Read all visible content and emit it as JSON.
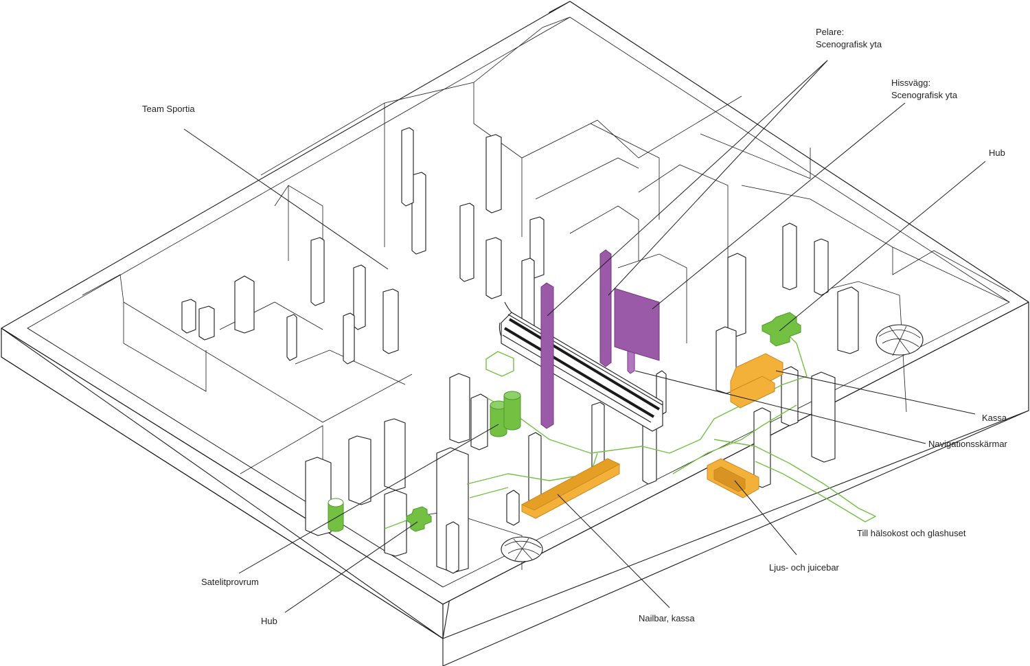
{
  "colors": {
    "green": "#73c043",
    "green_dark": "#4e9a2a",
    "purple": "#9b5aa8",
    "purple_dark": "#6f3a7c",
    "orange": "#f3b13a",
    "orange_dark": "#c98a20",
    "line": "#1a1a1a"
  },
  "labels": {
    "team_sportia": "Team Sportia",
    "pelare_line1": "Pelare:",
    "pelare_line2": "Scenografisk yta",
    "hissvagg_line1": "Hissvägg:",
    "hissvagg_line2": "Scenografisk yta",
    "hub_right": "Hub",
    "kassa": "Kassa",
    "navigation": "Navigationsskärmar",
    "till_halsokost": "Till hälsokost och glashuset",
    "ljus_juicebar": "Ljus- och juicebar",
    "nailbar": "Nailbar, kassa",
    "hub_left": "Hub",
    "satelitprovrum": "Satelitprovrum"
  }
}
